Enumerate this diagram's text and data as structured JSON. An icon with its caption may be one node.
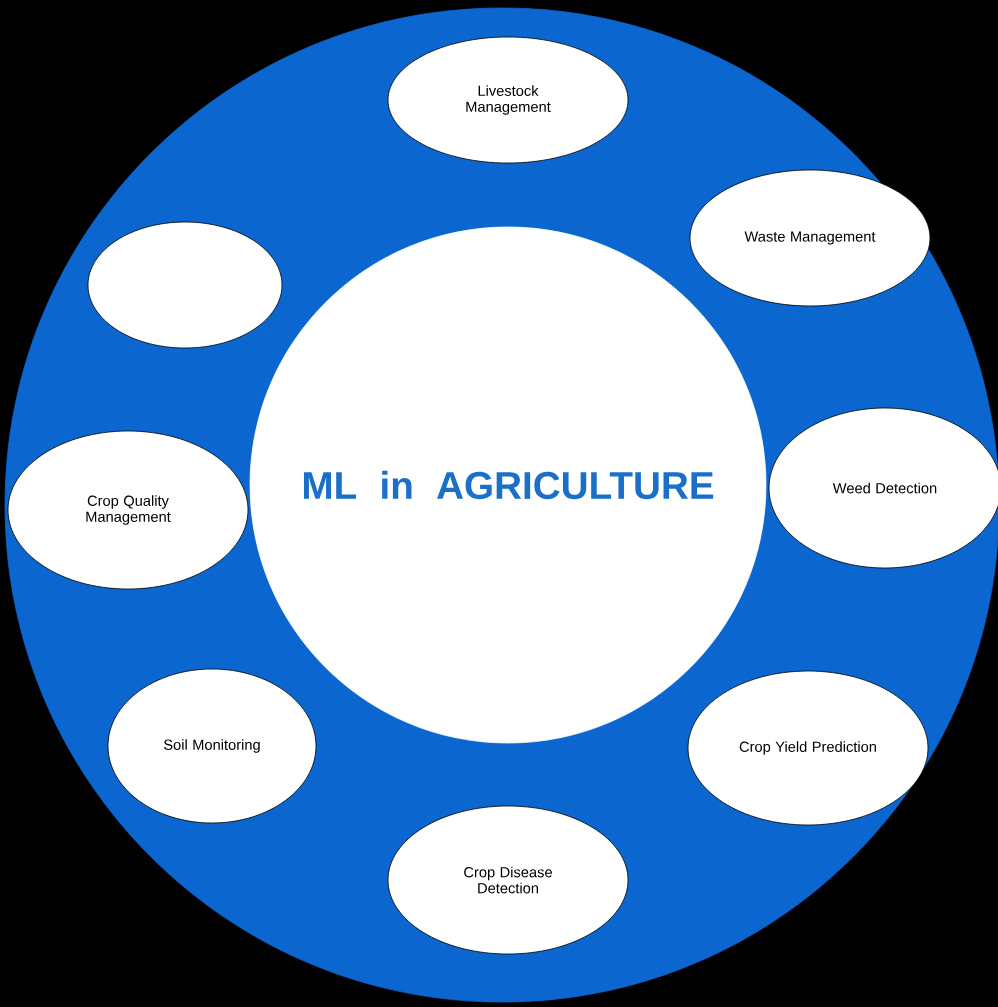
{
  "diagram": {
    "nodes": [
      {
        "text": [],
        "shape": "circle"
      },
      {
        "text": [
          "ML in AGRICULTURE"
        ],
        "in": 0
      },
      {
        "text": [
          "Livestock Management"
        ],
        "in": 0
      },
      {
        "text": [],
        "shape": "ellipse",
        "in": 0
      },
      {
        "text": [
          "Waste Management"
        ],
        "in": 0
      },
      {
        "text": [
          "Crop Quality Management"
        ],
        "in": 0
      },
      {
        "text": [
          "Weed Detection"
        ],
        "in": 0
      },
      {
        "text": [
          "Soil Monitoring"
        ],
        "in": 0
      },
      {
        "text": [
          "Crop Yield Prediction"
        ],
        "in": 0
      },
      {
        "text": [
          "Crop Disease Detection"
        ],
        "in": 0
      }
    ]
  }
}
